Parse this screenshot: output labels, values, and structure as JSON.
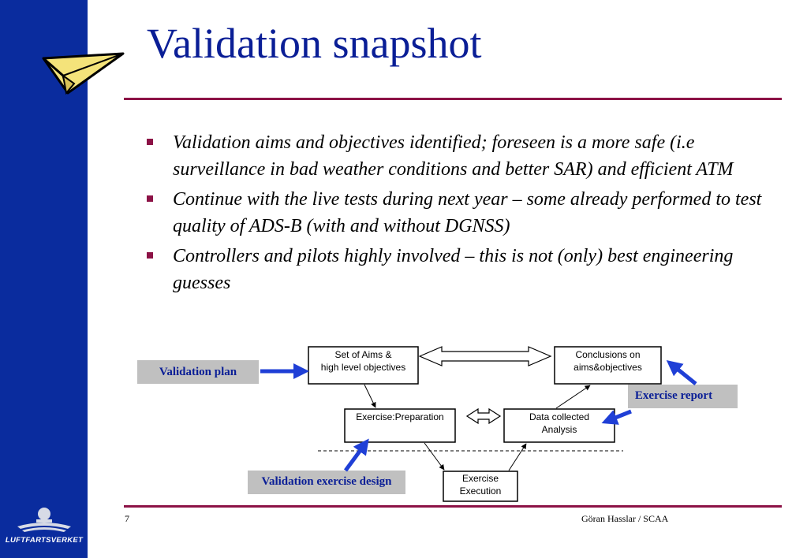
{
  "slide": {
    "title": "Validation snapshot",
    "bullets": [
      "Validation aims and objectives identified; foreseen is a more safe (i.e surveillance in bad weather conditions and better SAR) and efficient ATM",
      "Continue with the live tests during next year – some already performed to test quality of ADS-B (with and without DGNSS)",
      "Controllers and pilots highly involved – this is not (only) best engineering guesses"
    ],
    "page_number": "7",
    "author": "Göran Hasslar / SCAA",
    "logo_text": "LUFTFARTSVERKET"
  },
  "diagram": {
    "boxes": {
      "aims": [
        "Set of Aims &",
        "high level objectives"
      ],
      "conclusions": [
        "Conclusions on",
        "aims&objectives"
      ],
      "preparation": [
        "Exercise:Preparation"
      ],
      "data": [
        "Data collected",
        "Analysis"
      ],
      "execution": [
        "Exercise",
        "Execution"
      ]
    },
    "callouts": {
      "plan": "Validation plan",
      "report": "Exercise report",
      "design": "Validation exercise design"
    }
  },
  "colors": {
    "sidebar": "#0a2c9e",
    "title": "#0a1e96",
    "rule": "#8c1246",
    "callout_bg": "#c0c0c0",
    "callout_text": "#0a1e96",
    "arrow_blue": "#1f3fd6"
  }
}
